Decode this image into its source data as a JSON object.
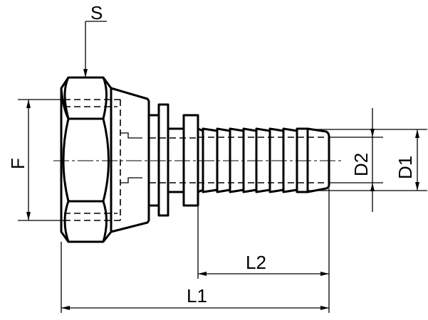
{
  "drawing": {
    "type": "hose fitting with swivel hex nut",
    "dimensions": {
      "s": "S",
      "f": "F",
      "d1": "D1",
      "d2": "D2",
      "l1": "L1",
      "l2": "L2"
    },
    "line_color": "#000000",
    "background": "#ffffff"
  }
}
